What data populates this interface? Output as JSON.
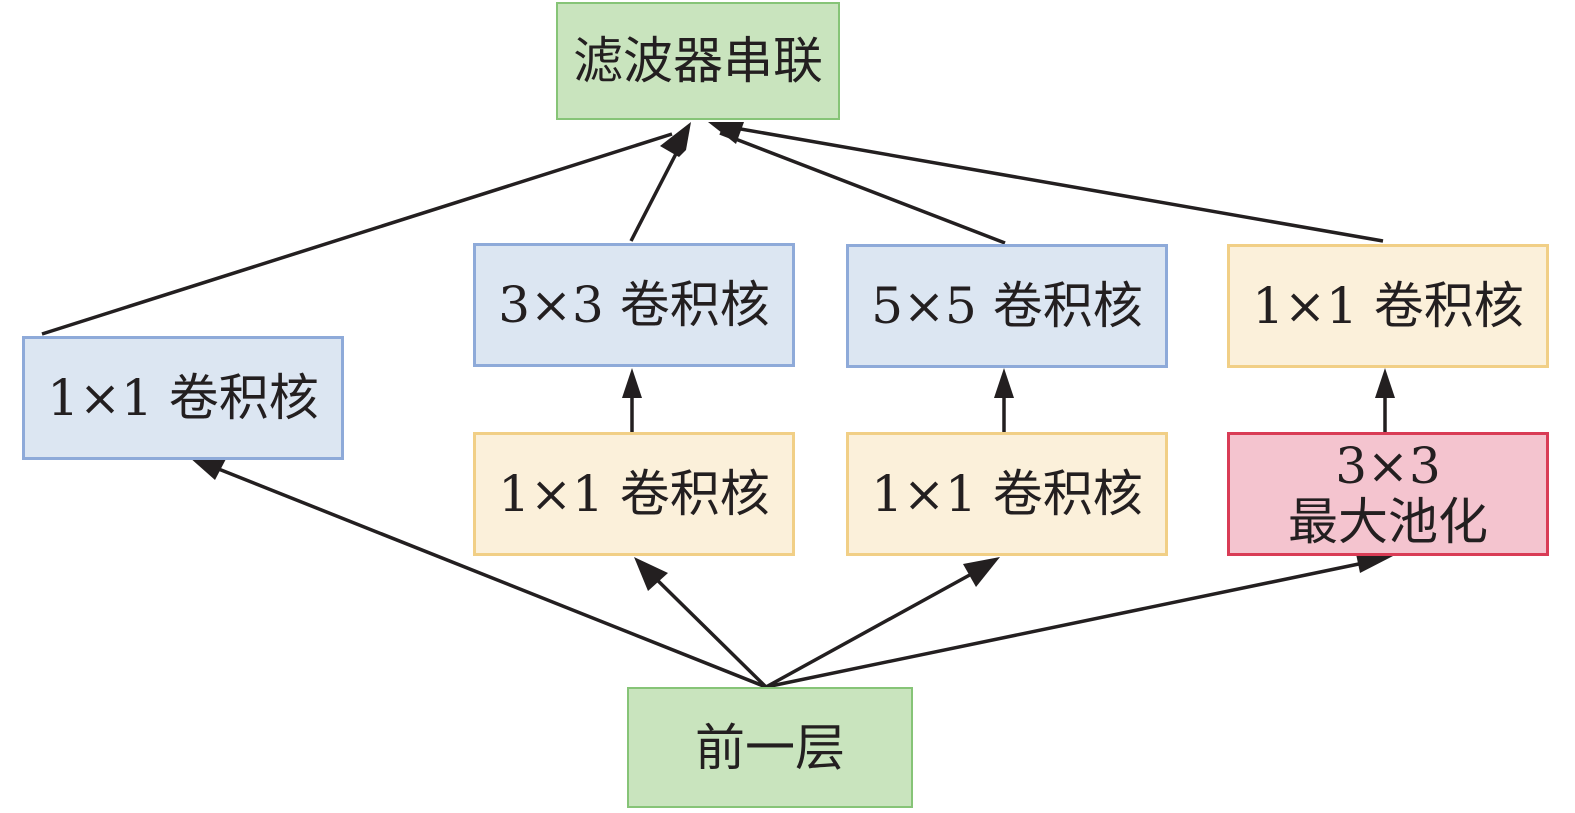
{
  "diagram": {
    "nodes": {
      "concat": {
        "lines": [
          "滤波器串联"
        ]
      },
      "branch1_conv1": {
        "lines": [
          "1×1 卷积核"
        ]
      },
      "branch2_conv3": {
        "lines": [
          "3×3 卷积核"
        ]
      },
      "branch3_conv5": {
        "lines": [
          "5×5 卷积核"
        ]
      },
      "branch4_conv1": {
        "lines": [
          "1×1 卷积核"
        ]
      },
      "branch2_conv1": {
        "lines": [
          "1×1 卷积核"
        ]
      },
      "branch3_conv1": {
        "lines": [
          "1×1 卷积核"
        ]
      },
      "branch4_pool": {
        "lines": [
          "3×3",
          "最大池化"
        ]
      },
      "input": {
        "lines": [
          "前一层"
        ]
      }
    },
    "edges": [
      {
        "from": "input",
        "to": "branch1_conv1"
      },
      {
        "from": "input",
        "to": "branch2_conv1"
      },
      {
        "from": "input",
        "to": "branch3_conv1"
      },
      {
        "from": "input",
        "to": "branch4_pool"
      },
      {
        "from": "branch2_conv1",
        "to": "branch2_conv3"
      },
      {
        "from": "branch3_conv1",
        "to": "branch3_conv5"
      },
      {
        "from": "branch4_pool",
        "to": "branch4_conv1"
      },
      {
        "from": "branch1_conv1",
        "to": "concat"
      },
      {
        "from": "branch2_conv3",
        "to": "concat"
      },
      {
        "from": "branch3_conv5",
        "to": "concat"
      },
      {
        "from": "branch4_conv1",
        "to": "concat"
      }
    ],
    "colors": {
      "green_fill": "#c9e4be",
      "blue_fill": "#dce6f2",
      "yellow_fill": "#fbf0da",
      "red_fill": "#f4c4cf",
      "arrow": "#231f20"
    }
  }
}
